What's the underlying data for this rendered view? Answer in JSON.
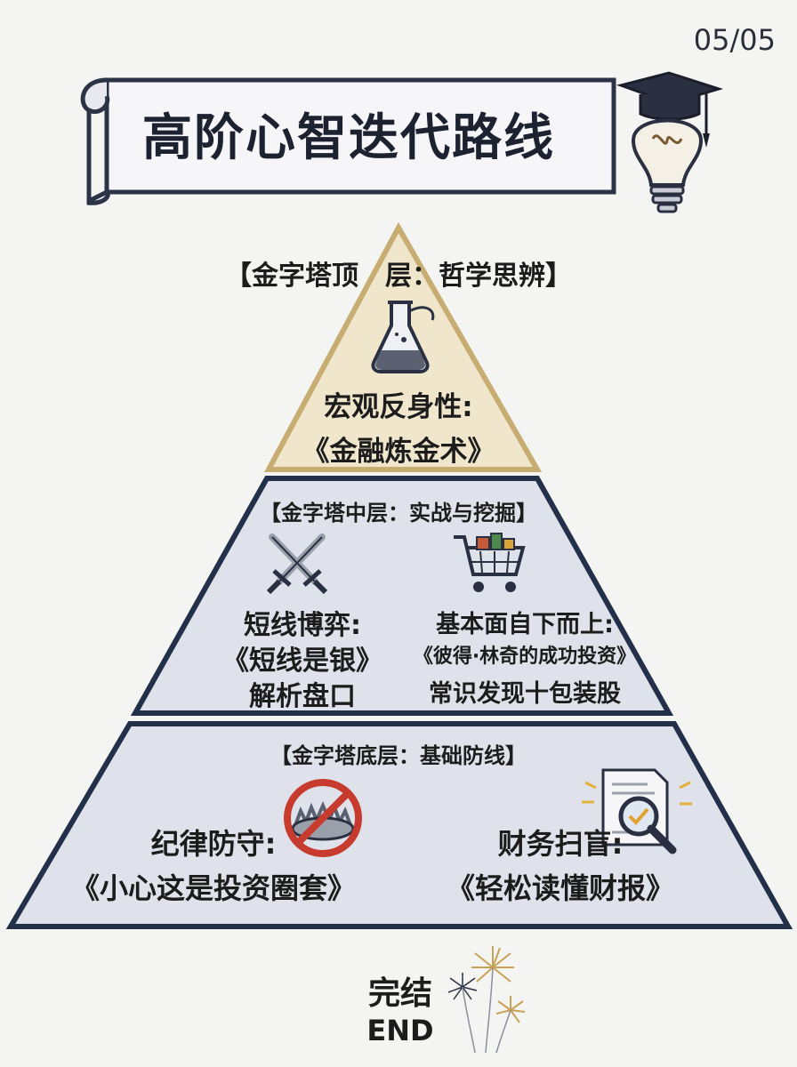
{
  "page_number": "05/05",
  "title": "高阶心智迭代路线",
  "pyramid": {
    "top": {
      "label": "【金字塔顶　层：哲学思辨】",
      "icon": "flask-icon",
      "lines": [
        "宏观反身性:",
        "《金融炼金术》"
      ]
    },
    "middle": {
      "label": "【金字塔中层：实战与挖掘】",
      "left": {
        "icon": "crossed-swords-icon",
        "lines": [
          "短线博弈:",
          "《短线是银》",
          "解析盘口"
        ]
      },
      "right": {
        "icon": "shopping-cart-icon",
        "lines": [
          "基本面自下而上:",
          "《彼得·林奇的成功投资》",
          "常识发现十包装股"
        ]
      }
    },
    "base": {
      "label": "【金字塔底层：基础防线】",
      "left": {
        "icon": "no-trap-icon",
        "lines": [
          "纪律防守:",
          "《小心这是投资圈套》"
        ]
      },
      "right": {
        "icon": "magnifier-report-icon",
        "lines": [
          "财务扫盲:",
          "《轻松读懂财报》"
        ]
      }
    }
  },
  "ending": {
    "zh": "完结",
    "en": "END",
    "icon": "fireworks-icon"
  },
  "colors": {
    "top_fill": "#efe6cc",
    "top_stroke": "#c7ad72",
    "tier_fill": "#dfe2ea",
    "tier_stroke": "#23304a",
    "banner_fill": "#f6f6f8",
    "banner_stroke": "#2c3347"
  }
}
